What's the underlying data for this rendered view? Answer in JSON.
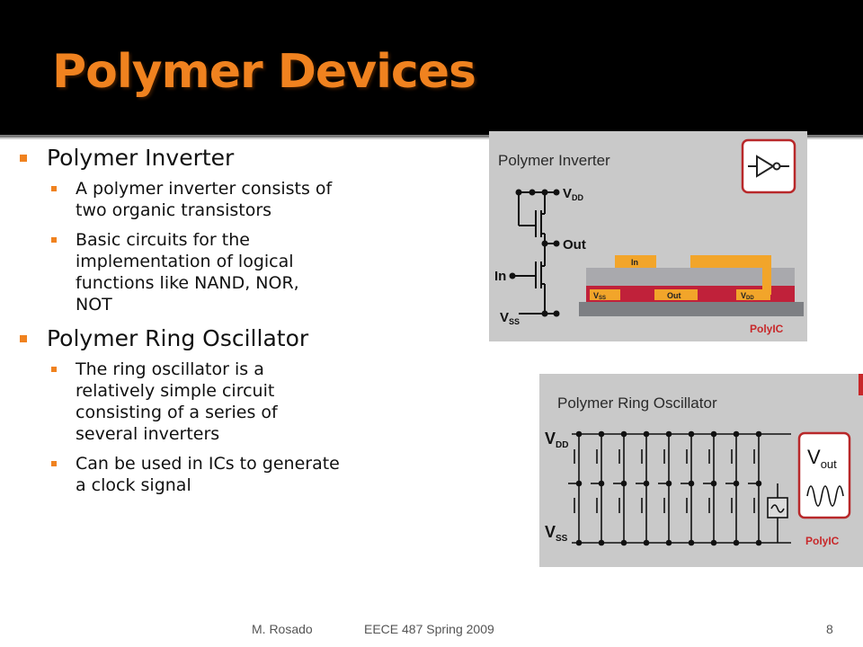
{
  "slide": {
    "title": "Polymer Devices",
    "bullets": [
      {
        "label": "Polymer Inverter",
        "sub": [
          "A polymer inverter consists of two organic transistors",
          "Basic circuits for the implementation of logical functions like NAND, NOR, NOT"
        ]
      },
      {
        "label": "Polymer Ring Oscillator",
        "sub": [
          "The ring oscillator is a relatively simple circuit consisting of a series of several inverters",
          "Can be used in ICs to generate a clock signal"
        ]
      }
    ]
  },
  "figure_inverter": {
    "title": "Polymer Inverter",
    "vdd_main": "V",
    "vdd_sub": "DD",
    "out": "Out",
    "in": "In",
    "vss_main": "V",
    "vss_sub": "SS",
    "layer_in": "In",
    "layer_vss_main": "V",
    "layer_vss_sub": "SS",
    "layer_out": "Out",
    "layer_vdd_main": "V",
    "layer_vdd_sub": "DD",
    "logo": "PolyIC"
  },
  "figure_ring": {
    "title": "Polymer Ring Oscillator",
    "vdd_main": "V",
    "vdd_sub": "DD",
    "vss_main": "V",
    "vss_sub": "SS",
    "vout_main": "V",
    "vout_sub": "out",
    "logo": "PolyIC"
  },
  "footer": {
    "author": "M. Rosado",
    "course": "EECE 487 Spring 2009",
    "page": "8"
  },
  "colors": {
    "accent": "#f0821f",
    "header_bg": "#000000",
    "figure_bg": "#c9c9c9",
    "logo_red": "#c8282a"
  }
}
